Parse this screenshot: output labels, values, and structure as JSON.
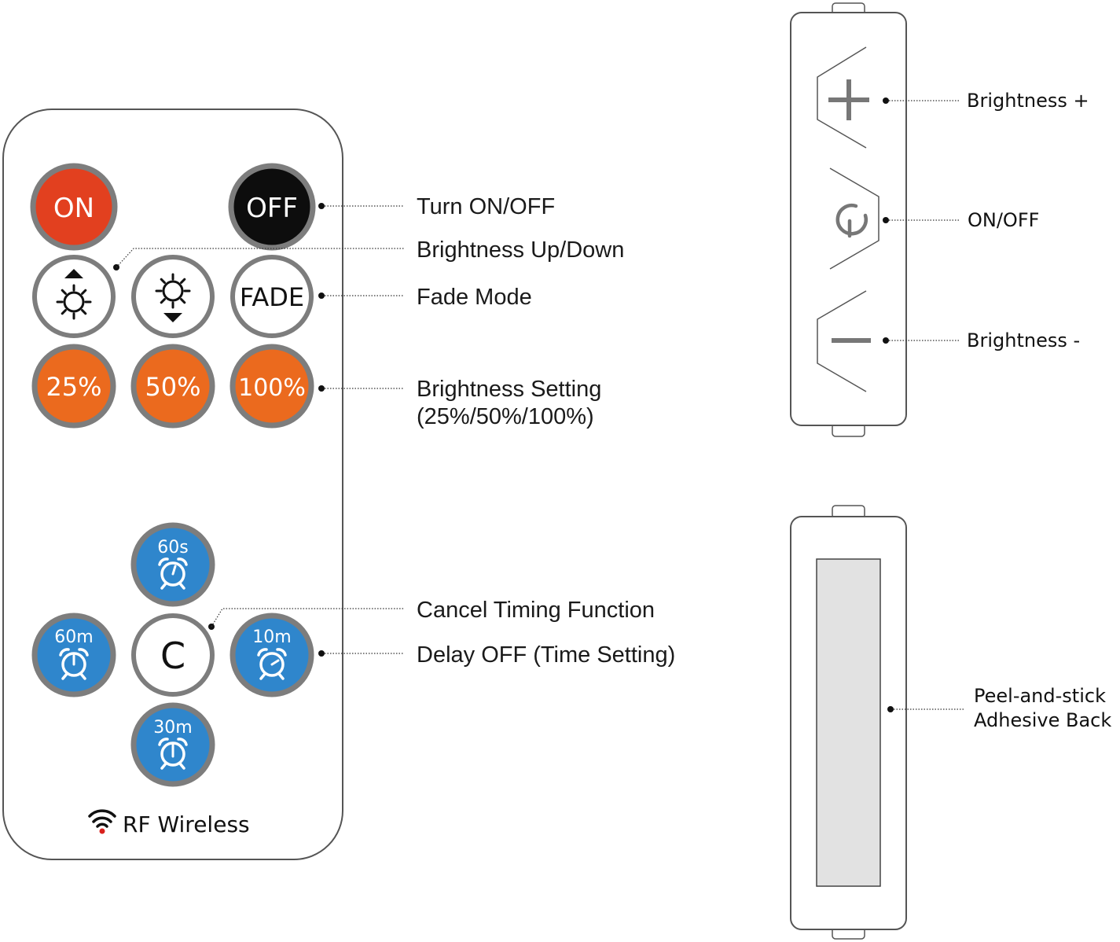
{
  "remote": {
    "buttons": {
      "on": "ON",
      "off": "OFF",
      "fade": "FADE",
      "p25": "25%",
      "p50": "50%",
      "p100": "100%",
      "t60s": "60s",
      "t60m": "60m",
      "t10m": "10m",
      "t30m": "30m",
      "cancel": "C"
    },
    "footer": "RF Wireless"
  },
  "callouts": {
    "turn_on_off": "Turn ON/OFF",
    "brightness_updown": "Brightness Up/Down",
    "fade_mode": "Fade Mode",
    "brightness_setting_line1": "Brightness Setting",
    "brightness_setting_line2": "(25%/50%/100%)",
    "cancel_timing": "Cancel Timing Function",
    "delay_off": "Delay OFF (Time Setting)"
  },
  "control_panel": {
    "brightness_plus": "Brightness +",
    "on_off": "ON/OFF",
    "brightness_minus": "Brightness -"
  },
  "back_panel": {
    "line1": "Peel-and-stick",
    "line2": "Adhesive Back"
  },
  "icons": {
    "brightness_up": "brightness-up-icon",
    "brightness_down": "brightness-down-icon",
    "alarm": "alarm-clock-icon",
    "power": "power-icon",
    "plus": "plus-icon",
    "minus": "minus-icon",
    "wifi": "wifi-icon"
  },
  "colors": {
    "on_red": "#E2401F",
    "off_black": "#0d0d0d",
    "percent_orange": "#EB6A1E",
    "timer_blue": "#2F86CC",
    "ring_gray": "#7d7d7d",
    "adhesive_gray": "#e2e2e2",
    "wifi_red": "#d9211d"
  }
}
